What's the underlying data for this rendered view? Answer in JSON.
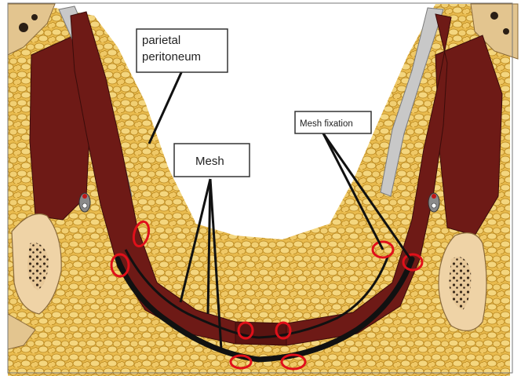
{
  "labels": {
    "parietal_line1": "parietal",
    "parietal_line2": "peritoneum",
    "mesh": "Mesh",
    "mesh_fixation": "Mesh fixation"
  },
  "colors": {
    "fat": "#e8b84a",
    "fat_light": "#f3d27a",
    "fat_outline": "#b8861e",
    "muscle": "#6e1a16",
    "muscle_dark": "#4c0f0c",
    "fascia": "#b9b9b9",
    "mesh": "#111111",
    "fixation_marker": "#e0101a",
    "bone": "#efd3a6",
    "bone_spots": "#3a2a1a",
    "label_box_border": "#333333",
    "background": "#ffffff"
  }
}
